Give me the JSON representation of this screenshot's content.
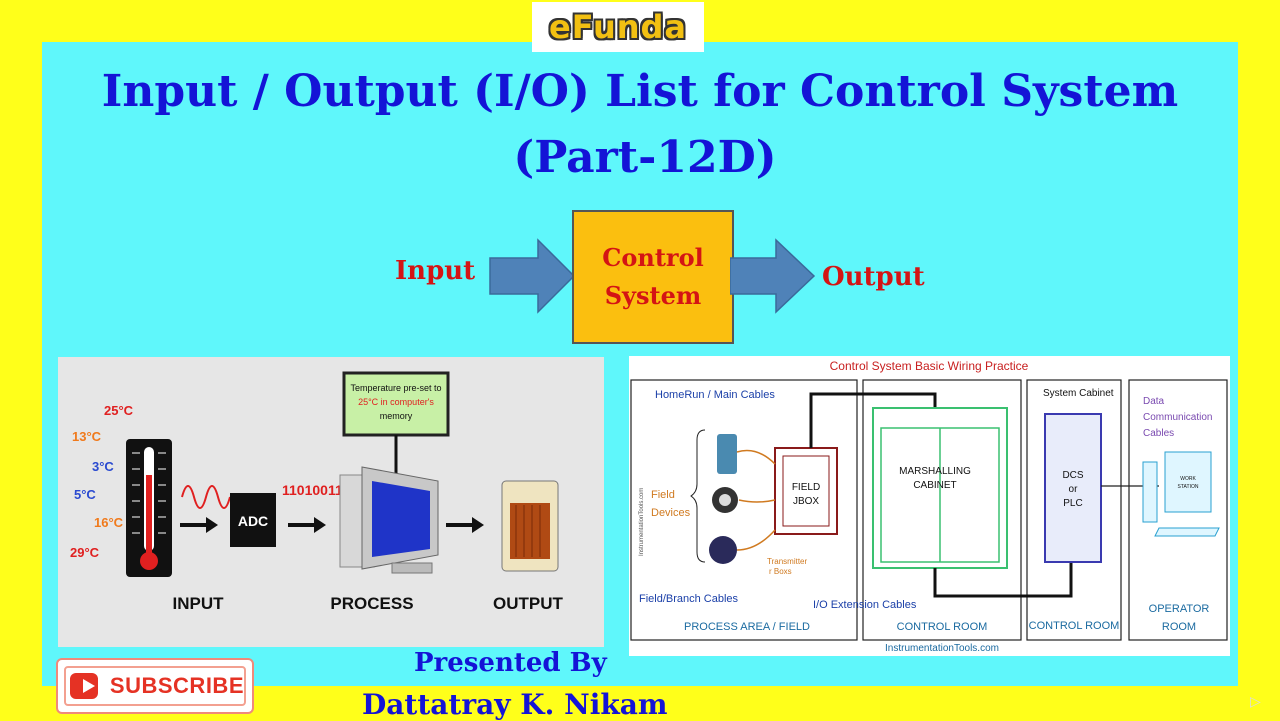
{
  "logo": {
    "text": "eFunda"
  },
  "title": {
    "line1": "Input / Output (I/O) List for Control System",
    "line2": "(Part-12D)"
  },
  "block_diagram": {
    "input_label": "Input",
    "box_line1": "Control",
    "box_line2": "System",
    "output_label": "Output",
    "box_color": "#fbbf0f",
    "arrow_color": "#4f82b8"
  },
  "left_figure": {
    "temps": [
      "25°C",
      "13°C",
      "3°C",
      "5°C",
      "16°C",
      "29°C"
    ],
    "adc": "ADC",
    "binary": "11010011",
    "memo_line1": "Temperature pre-set to",
    "memo_line2": "25°C in computer's",
    "memo_line3": "memory",
    "input": "INPUT",
    "process": "PROCESS",
    "output": "OUTPUT"
  },
  "right_figure": {
    "title": "Control System Basic Wiring Practice",
    "homerun": "HomeRun / Main Cables",
    "field_devices_1": "Field",
    "field_devices_2": "Devices",
    "field_jbox_1": "FIELD",
    "field_jbox_2": "JBOX",
    "transmitter_1": "Transmitter",
    "transmitter_2": "r Boxs",
    "marshalling_1": "MARSHALLING",
    "marshalling_2": "CABINET",
    "system_cabinet": "System Cabinet",
    "dcs_1": "DCS",
    "dcs_2": "or",
    "dcs_3": "PLC",
    "data_comm_1": "Data",
    "data_comm_2": "Communication",
    "data_comm_3": "Cables",
    "workstation_1": "WORK",
    "workstation_2": "STATION",
    "field_branch": "Field/Branch Cables",
    "io_ext": "I/O Extension Cables",
    "process_area": "PROCESS AREA / FIELD",
    "control_room_1": "CONTROL ROOM",
    "control_room_2": "CONTROL ROOM",
    "operator_1": "OPERATOR",
    "operator_2": "ROOM",
    "site": "InstrumentationTools.com",
    "side_watermark": "InstrumentationTools.com"
  },
  "subscribe": {
    "label": "SUBSCRIBE"
  },
  "presenter": {
    "line1": "Presented By",
    "line2": "Dattatray K. Nikam"
  }
}
